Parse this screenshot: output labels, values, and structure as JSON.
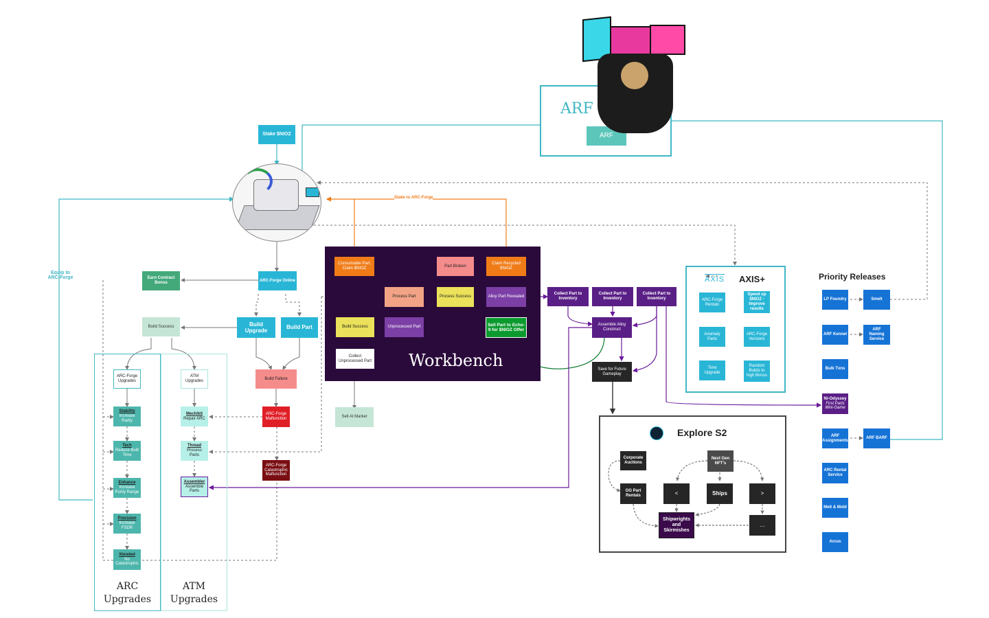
{
  "kennel": {
    "title": "ARF Kennel",
    "button": "ARF"
  },
  "stake_nioz": "Stake $NIOZ",
  "equip_label": "Equip to\nARC-Forge",
  "stake_forge_label": "Stake to ARC-Forge",
  "forge_flow": {
    "earn_contract_bonus": "Earn Contract Bonus",
    "arc_forge_online": "ARC-Forge Online",
    "build_success": "Build Success",
    "build_upgrade": "Build Upgrade",
    "build_part": "Build Part",
    "build_failure": "Build Failure",
    "malfunction": "ARC-Forge Malfunction",
    "catastrophic": "ARC-Forge Catastrophic Malfunction"
  },
  "arc_upgrades": {
    "title": "ARC\nUpgrades",
    "header": "ARC-Forge Upgrades",
    "items": [
      {
        "name": "Stability",
        "desc": "Increase Rarity"
      },
      {
        "name": "Tech",
        "desc": "Reduce Built Time"
      },
      {
        "name": "Enhance",
        "desc": "Increase Purity Range"
      },
      {
        "name": "Precision",
        "desc": "Increase FSDR"
      },
      {
        "name": "Xtended",
        "desc": "No Catastrophic"
      }
    ]
  },
  "atm_upgrades": {
    "title": "ATM\nUpgrades",
    "header": "ATM Upgrades",
    "items": [
      {
        "name": "Mechikit",
        "desc": "Repair ARC"
      },
      {
        "name": "Thread",
        "desc": "Process Parts"
      },
      {
        "name": "Assembler",
        "desc": "Assemble Parts"
      }
    ]
  },
  "workbench": {
    "title": "Workbench",
    "consumable": "Consumable Part, Claim $NIOZ",
    "part_broken": "Part Broken",
    "claim_recycled": "Claim Recycled $NIOZ",
    "process_part": "Process Part",
    "process_success": "Process Success",
    "alloy_revealed": "Alloy Part Revealed",
    "build_success": "Build Success",
    "unprocessed": "Unprocessed Part",
    "sell_echo": "Sell Part to Echo-9 for $NIOZ Offer",
    "collect_unprocessed": "Collect Unprocessed Part",
    "sell_market": "Sell At Market"
  },
  "inventory": {
    "collect1": "Collect Part to Inventory",
    "collect2": "Collect Part to Inventory",
    "collect3": "Collect Part to Inventory",
    "assemble": "Assemble Alloy Construct",
    "save": "Save for Future Gameplay"
  },
  "axis": {
    "title": "AXIS+",
    "logo": "AXIS",
    "items": [
      "ARC-Forge Rentals",
      "Speed up $NIOZ - Improve results",
      "Anomaly Parts",
      "ARC-Forge Versions",
      "Time Upgrade",
      "Random Builds to high Bonus"
    ]
  },
  "explore": {
    "title": "Explore S2",
    "corporate": "Corporate Auctions",
    "nextgen": "Next Gen NFT's",
    "og_rentals": "OG Part Rentals",
    "prev": "<",
    "ships": "Ships",
    "next": ">",
    "shipwrights": "Shipwrights and Skirmishes",
    "more": "..."
  },
  "priority": {
    "title": "Priority Releases",
    "lp_foundry": "LP Foundry",
    "smelt": "Smelt",
    "arf_kennel": "ARF Kennel",
    "arf_naming": "ARF Naming Service",
    "bulk_txns": "Bulk Txns",
    "ni_odyssey": "Ni-Odyssey",
    "ni_odyssey_sub": "First Parts Mini-Game",
    "arf_assignments": "ARF Assignments",
    "arf_barf": "ARF BARF",
    "arc_rental": "ARC Rental Service",
    "melt_mold": "Melt & Mold",
    "arcus": "Arcus"
  },
  "colors": {
    "workbench_bg": "#2a0a3a",
    "cyan": "#29b6d6",
    "purple": "#5a1f86",
    "orange": "#f07c18",
    "blue": "#1673d6"
  }
}
